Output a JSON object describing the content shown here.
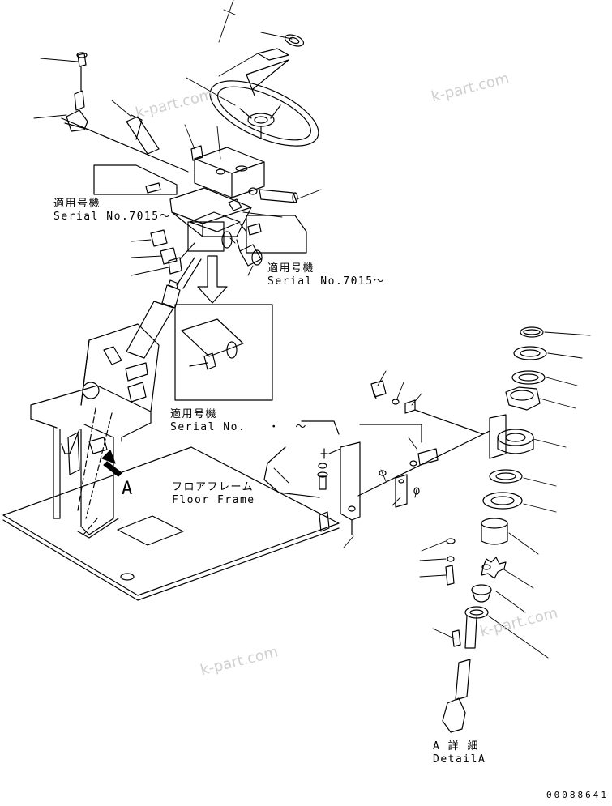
{
  "watermarks": [
    "k-part.com",
    "k-part.com",
    "k-part.com",
    "k-part.com"
  ],
  "serial_callout_1": {
    "ja": "適用号機",
    "en": "Serial No.7015～"
  },
  "serial_callout_2": {
    "ja": "適用号機",
    "en": "Serial No.7015～"
  },
  "serial_callout_3": {
    "ja": "適用号機",
    "en": "Serial No.   ・  ～"
  },
  "floor_frame": {
    "ja": "フロアフレーム",
    "en": "Floor Frame"
  },
  "view_letter": "A",
  "detail_caption": {
    "ja": "A 詳 細",
    "en": "DetailA"
  },
  "figure_id": "00088641"
}
